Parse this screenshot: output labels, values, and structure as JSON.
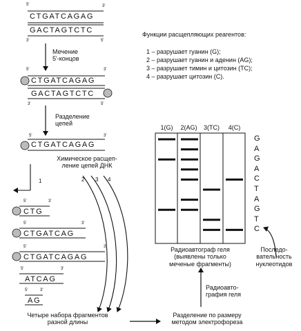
{
  "dna": {
    "top": "CTGATCAGAG",
    "bottom": "GACTAGTCTC",
    "end5": "5'",
    "end3": "3'"
  },
  "steps": {
    "label_prime": "5'",
    "label_end": "3'",
    "labeling": [
      "Мечение",
      "5'-концов"
    ],
    "separation": [
      "Разделение",
      "цепей"
    ],
    "chemical": [
      "Химическое расщеп-",
      "ление цепей ДНК"
    ],
    "fragments_caption": [
      "Четыре набора фрагментов",
      "разной длины"
    ],
    "electrophoresis": [
      "Разделение по размеру",
      "методом электрофореза"
    ],
    "autoradiography": [
      "Радиоавто-",
      "графия геля"
    ]
  },
  "reagents": {
    "title": "Функции расщепляющих реагентов:",
    "items": [
      "1 – разрушает гуанин (G);",
      "2 – разрушает гуанин и аденин (AG);",
      "3 – разрушает тимин и цитозин (TC);",
      "4 – разрушает цитозин (С)."
    ]
  },
  "route_numbers": [
    "1",
    "2",
    "3",
    "4"
  ],
  "fragments": [
    "CTG",
    "CTGATCAG",
    "CTGATCAGAG",
    "ATCAG",
    "AG"
  ],
  "gel": {
    "lanes": [
      "1(G)",
      "2(AG)",
      "3(TC)",
      "4(C)"
    ],
    "caption": [
      "Радиоавтограф геля",
      "(выявлены только",
      "меченые фрагменты)"
    ],
    "sequence_read": [
      "G",
      "A",
      "G",
      "A",
      "C",
      "T",
      "A",
      "G",
      "T",
      "C"
    ],
    "order_label": [
      "Последо-",
      "вательность",
      "нуклеотидов"
    ],
    "bands": {
      "lane1": [
        1,
        3,
        8
      ],
      "lane2": [
        1,
        2,
        3,
        4,
        5,
        7,
        8
      ],
      "lane3": [
        6,
        9,
        10
      ],
      "lane4": [
        5,
        10
      ]
    }
  }
}
